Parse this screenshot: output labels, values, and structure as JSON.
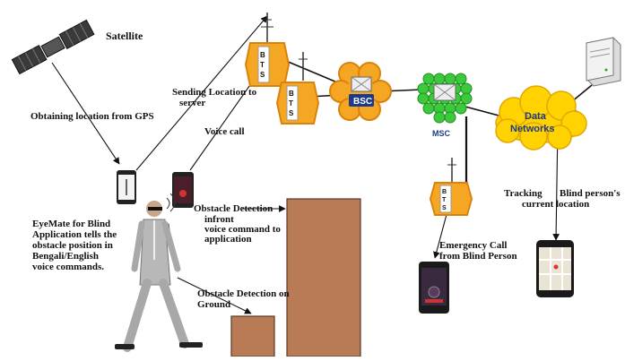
{
  "labels": {
    "satellite": "Satellite",
    "obtaining_location": "Obtaining location from GPS",
    "sending_location_1": "Sending Location to",
    "sending_location_2": "server",
    "voice_call": "Voice call",
    "obstacle_detection_1": "Obstacle Detection",
    "obstacle_detection_2": "infront",
    "voice_command_1": "voice command to",
    "voice_command_2": "application",
    "eyemate_1": "EyeMate for Blind",
    "eyemate_2": "Application tells the",
    "eyemate_3": "obstacle position in",
    "eyemate_4": "Bengali/English",
    "eyemate_5": "voice commands.",
    "ground_1": "Obstacle Detection on",
    "ground_2": "Ground",
    "emergency_1": "Emergency Call",
    "emergency_2": "from Blind Person",
    "tracking_1": "Tracking",
    "tracking_2": "Blind person's",
    "tracking_3": "current location",
    "bts": "BTS",
    "bsc": "BSC",
    "msc": "MSC",
    "data_networks_1": "Data",
    "data_networks_2": "Networks"
  },
  "colors": {
    "orange": "#f5a623",
    "orange_dark": "#d9820c",
    "green": "#3cc93c",
    "yellow": "#ffd200",
    "obstacle": "#b97b55",
    "link": "#111111"
  }
}
